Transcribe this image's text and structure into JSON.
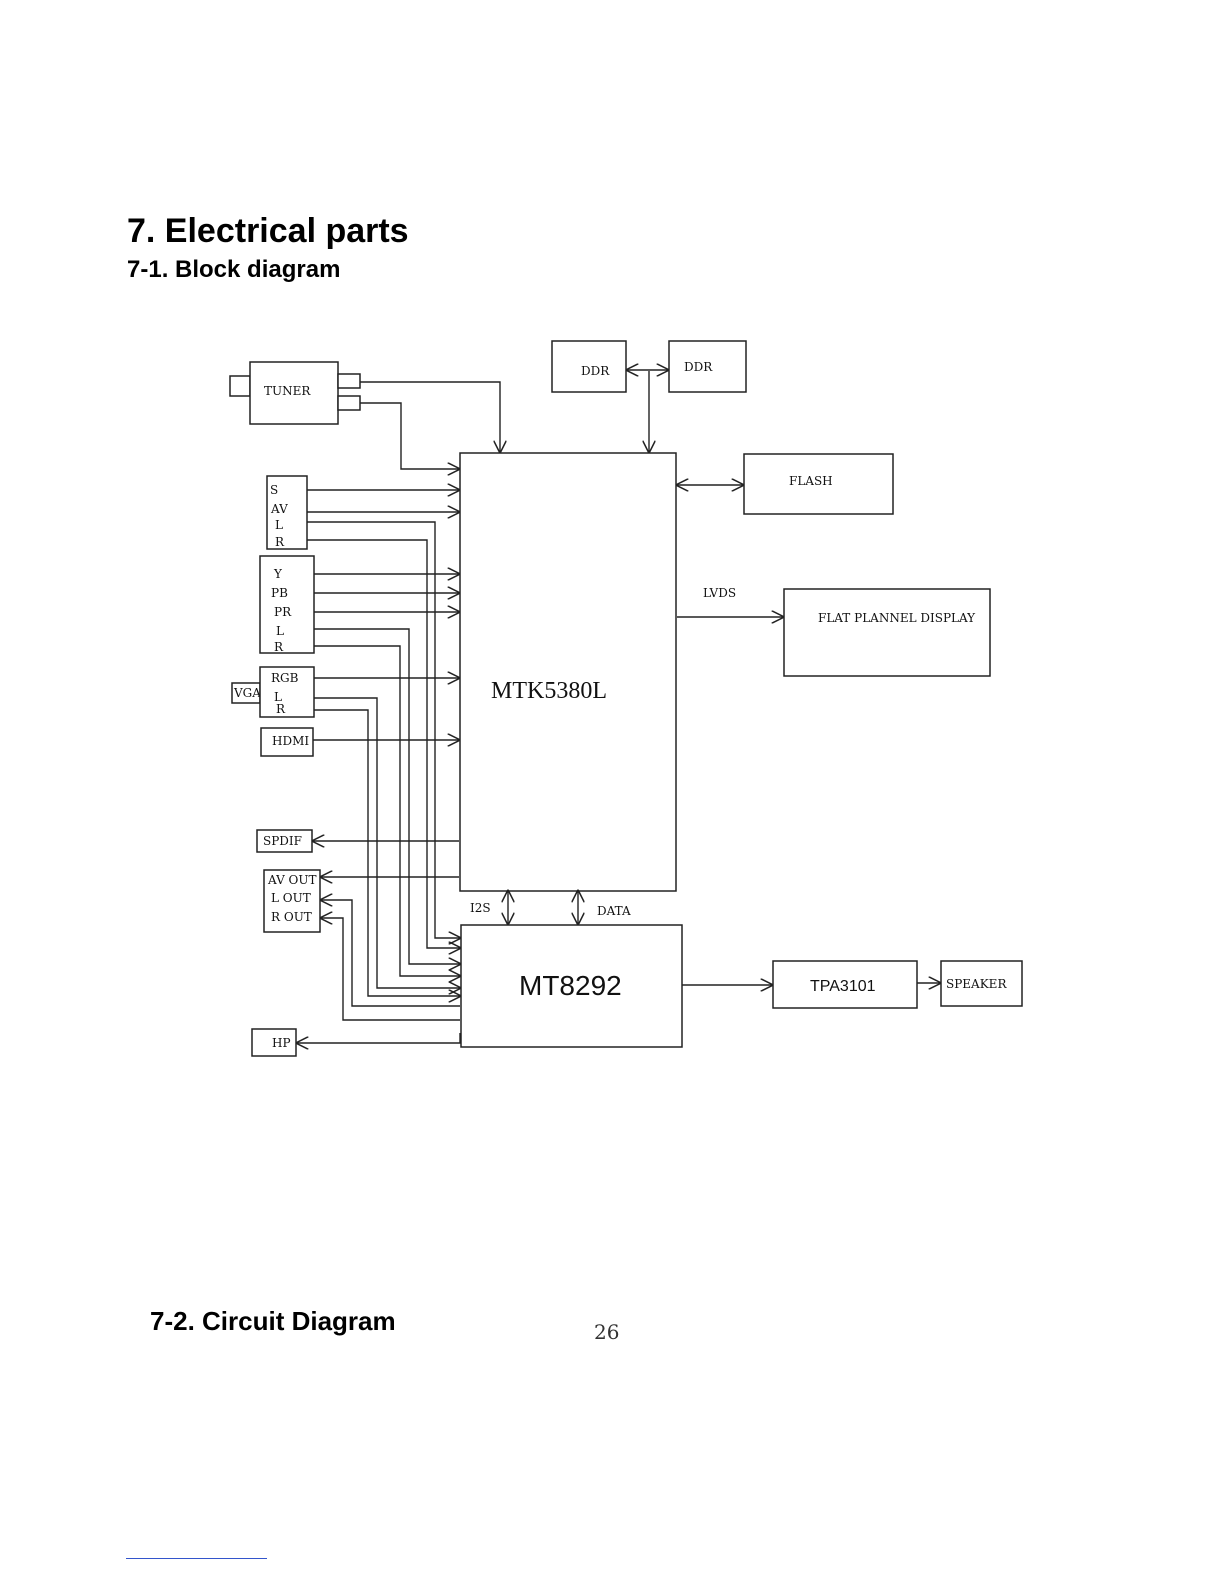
{
  "heading": {
    "title": "7. Electrical parts",
    "subtitle": "7-1. Block diagram",
    "next_section": "7-2. Circuit Diagram",
    "page_number": "26"
  },
  "diagram": {
    "blocks": {
      "tuner": "TUNER",
      "ddr1": "DDR",
      "ddr2": "DDR",
      "flash": "FLASH",
      "main_chip": "MTK5380L",
      "audio_chip": "MT8292",
      "amp": "TPA3101",
      "speaker": "SPEAKER",
      "display": "FLAT PLANNEL DISPLAY",
      "hdmi": "HDMI",
      "spdif": "SPDIF",
      "hp": "HP",
      "vga": "VGA"
    },
    "av_in_lines": [
      "S",
      "AV",
      "L",
      "R"
    ],
    "component_lines": [
      "Y",
      "PB",
      "PR",
      "L",
      "R"
    ],
    "vga_lines": [
      "RGB",
      "L",
      "R"
    ],
    "av_out_lines": [
      "AV OUT",
      "L OUT",
      "R OUT"
    ],
    "signals": {
      "lvds": "LVDS",
      "i2s": "I2S",
      "data": "DATA"
    }
  }
}
